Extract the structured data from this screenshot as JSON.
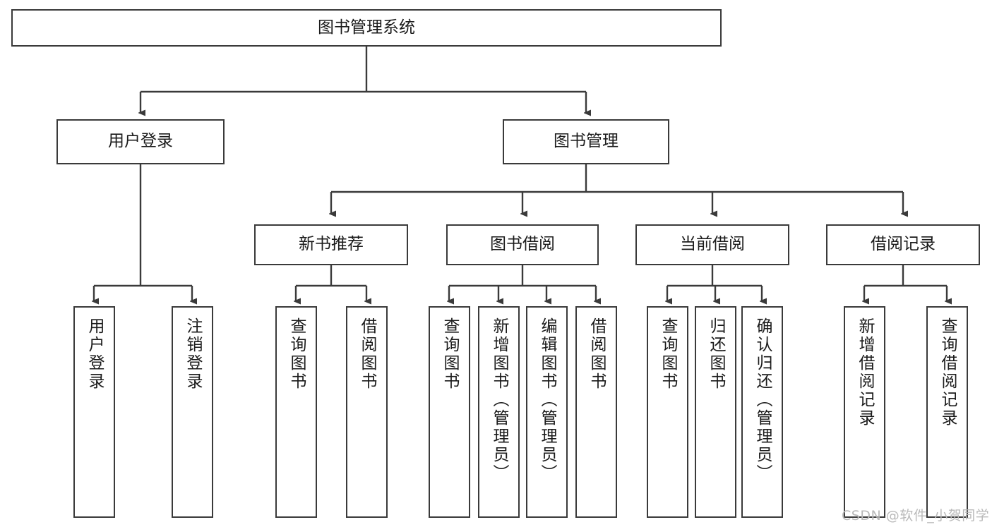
{
  "diagram": {
    "title": "图书管理系统",
    "watermark": "CSDN @软件_小贺同学",
    "colors": {
      "stroke": "#3a3a3a",
      "fill": "#ffffff",
      "text": "#1b1b1b",
      "watermark": "#b9b9b9"
    },
    "levels": {
      "root": {
        "label": "图书管理系统"
      },
      "level2": [
        {
          "label": "用户登录"
        },
        {
          "label": "图书管理"
        }
      ],
      "level3": [
        {
          "label": "新书推荐"
        },
        {
          "label": "图书借阅"
        },
        {
          "label": "当前借阅"
        },
        {
          "label": "借阅记录"
        }
      ],
      "leaves": [
        {
          "label": "用户登录",
          "parent": "用户登录"
        },
        {
          "label": "注销登录",
          "parent": "用户登录"
        },
        {
          "label": "查询图书",
          "parent": "新书推荐"
        },
        {
          "label": "借阅图书",
          "parent": "新书推荐"
        },
        {
          "label": "查询图书",
          "parent": "图书借阅"
        },
        {
          "label": "新增图书（管理员）",
          "parent": "图书借阅"
        },
        {
          "label": "编辑图书（管理员）",
          "parent": "图书借阅"
        },
        {
          "label": "借阅图书",
          "parent": "图书借阅"
        },
        {
          "label": "查询图书",
          "parent": "当前借阅"
        },
        {
          "label": "归还图书",
          "parent": "当前借阅"
        },
        {
          "label": "确认归还（管理员）",
          "parent": "当前借阅"
        },
        {
          "label": "新增借阅记录",
          "parent": "借阅记录"
        },
        {
          "label": "查询借阅记录",
          "parent": "借阅记录"
        }
      ]
    }
  }
}
